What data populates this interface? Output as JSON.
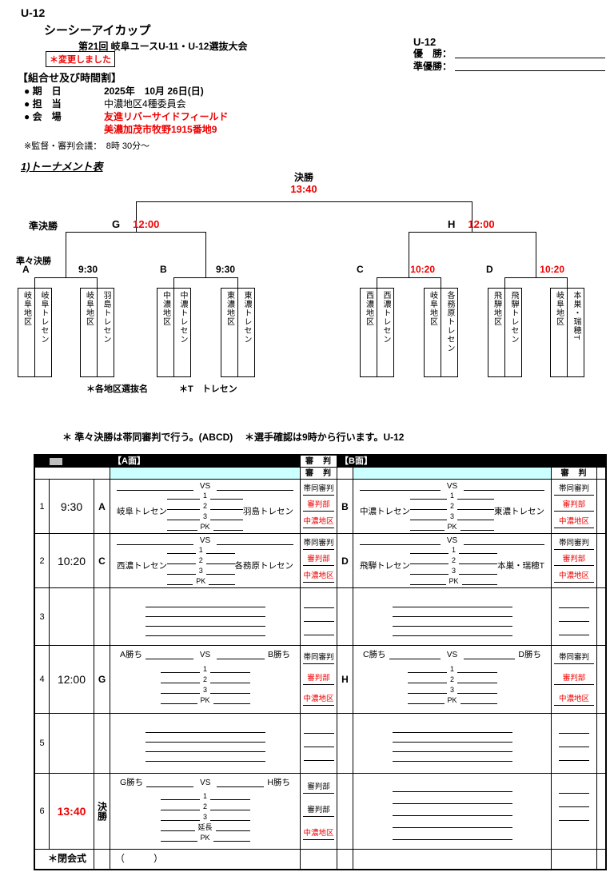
{
  "colors": {
    "accent_red": "#f00000",
    "header_black": "#000000",
    "header_cyan": "#ccffff"
  },
  "header": {
    "category": "U-12",
    "title": "シーシーアイカップ",
    "subtitle": "第21回 岐阜ユースU-11・U-12選抜大会",
    "change_notice": "＊変更しました",
    "result_box": {
      "category": "U-12",
      "winner_label": "優　勝：",
      "runner_up_label": "準優勝："
    },
    "section_heading": "【組合せ及び時間割】",
    "date_label": "● 期　日",
    "date_value": "2025年　10月 26日(日)",
    "staff_label": "● 担　当",
    "staff_value": "中濃地区4種委員会",
    "venue_label": "● 会　場",
    "venue_name": "友進リバーサイドフィールド",
    "venue_address": "美濃加茂市牧野1915番地9",
    "meeting_note": "※監督・審判会議：　8時 30分～",
    "bracket_heading": "1)トーナメント表"
  },
  "bracket": {
    "final_label": "決勝",
    "final_time": "13:40",
    "semifinal_label": "準決勝",
    "quarterfinal_label": "準々決勝",
    "g_letter": "G",
    "g_time": "12:00",
    "h_letter": "H",
    "h_time": "12:00",
    "qf": [
      {
        "letter": "A",
        "time": "9:30"
      },
      {
        "letter": "B",
        "time": "9:30"
      },
      {
        "letter": "C",
        "time": "10:20"
      },
      {
        "letter": "D",
        "time": "10:20"
      }
    ],
    "teams": [
      {
        "district": "岐阜地区",
        "name": "岐阜トレセン"
      },
      {
        "district": "岐阜地区",
        "name": "羽島トレセン"
      },
      {
        "district": "中濃地区",
        "name": "中濃トレセン"
      },
      {
        "district": "東濃地区",
        "name": "東濃トレセン"
      },
      {
        "district": "西濃地区",
        "name": "西濃トレセン"
      },
      {
        "district": "岐阜地区",
        "name": "各務原トレセン"
      },
      {
        "district": "飛騨地区",
        "name": "飛騨トレセン"
      },
      {
        "district": "岐阜地区",
        "name": "本巣・瑞穂T"
      }
    ],
    "footnote_left": "＊各地区選抜名",
    "footnote_right": "＊T　トレセン"
  },
  "notes": {
    "left": "＊ 準々決勝は帯同審判で行う。(ABCD)",
    "right": "＊選手確認は9時から行います。U-12"
  },
  "schedule": {
    "a_side_header": "【A面】",
    "b_side_header": "【B面】",
    "referee_header": "審　判",
    "vs_label": "VS",
    "rows": [
      {
        "num": "1",
        "time": "9:30",
        "a_letter": "A",
        "a_home": "岐阜トレセン",
        "a_away": "羽島トレセン",
        "b_letter": "B",
        "b_home": "中濃トレセン",
        "b_away": "東濃トレセン",
        "periods": [
          "1",
          "2",
          "3",
          "PK"
        ],
        "a_ref": [
          "帯同審判",
          "審判部",
          "中濃地区"
        ],
        "b_ref": [
          "帯同審判",
          "審判部",
          "中濃地区"
        ]
      },
      {
        "num": "2",
        "time": "10:20",
        "a_letter": "C",
        "a_home": "西濃トレセン",
        "a_away": "各務原トレセン",
        "b_letter": "D",
        "b_home": "飛騨トレセン",
        "b_away": "本巣・瑞穂T",
        "periods": [
          "1",
          "2",
          "3",
          "PK"
        ],
        "a_ref": [
          "帯同審判",
          "審判部",
          "中濃地区"
        ],
        "b_ref": [
          "帯同審判",
          "審判部",
          "中濃地区"
        ]
      },
      {
        "num": "3"
      },
      {
        "num": "4",
        "time": "12:00",
        "a_letter": "G",
        "a_home": "A勝ち",
        "a_away": "B勝ち",
        "b_letter": "H",
        "b_home": "C勝ち",
        "b_away": "D勝ち",
        "periods": [
          "1",
          "2",
          "3",
          "PK"
        ],
        "a_ref": [
          "帯同審判",
          "審判部",
          "中濃地区"
        ],
        "b_ref": [
          "帯同審判",
          "審判部",
          "中濃地区"
        ]
      },
      {
        "num": "5"
      },
      {
        "num": "6",
        "time": "13:40",
        "a_letter": "決勝",
        "a_home": "G勝ち",
        "a_away": "H勝ち",
        "periods": [
          "1",
          "2",
          "3",
          "延長",
          "PK"
        ],
        "a_ref": [
          "審判部",
          "審判部",
          "中濃地区"
        ]
      }
    ],
    "closing_label": "＊閉会式",
    "closing_value": "（　　　）"
  }
}
